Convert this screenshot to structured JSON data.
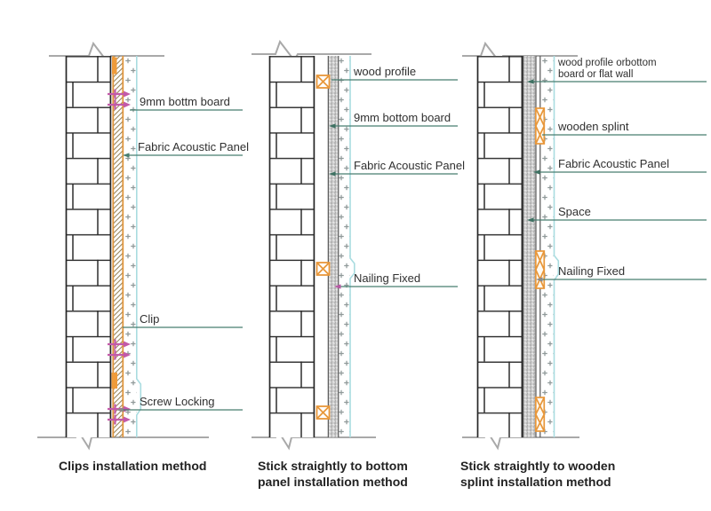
{
  "diagrams": [
    {
      "caption_line1": "Clips installation method",
      "caption_line2": "",
      "labels": [
        {
          "text": "9mm bottm board"
        },
        {
          "text": "Fabric Acoustic Panel"
        },
        {
          "text": "Clip"
        },
        {
          "text": "Screw Locking"
        }
      ]
    },
    {
      "caption_line1": "Stick straightly to bottom",
      "caption_line2": "panel installation method",
      "labels": [
        {
          "text": "wood profile"
        },
        {
          "text": "9mm bottom board"
        },
        {
          "text": "Fabric Acoustic Panel"
        },
        {
          "text": "Nailing Fixed"
        }
      ]
    },
    {
      "caption_line1": "Stick straightly to wooden",
      "caption_line2": "splint installation method",
      "labels": [
        {
          "text": "wood profile orbottom board or flat wall"
        },
        {
          "text": "wooden splint"
        },
        {
          "text": "Fabric Acoustic Panel"
        },
        {
          "text": "Space"
        },
        {
          "text": "Nailing Fixed"
        }
      ]
    }
  ],
  "colors": {
    "leader_line": "#487d6f",
    "panel_edge_cyan": "#a9dce0",
    "wood_orange": "#e8973a",
    "screw_magenta": "#c35aa8",
    "brick_line": "#2e2e2e",
    "break_line": "#a9a9a9"
  }
}
